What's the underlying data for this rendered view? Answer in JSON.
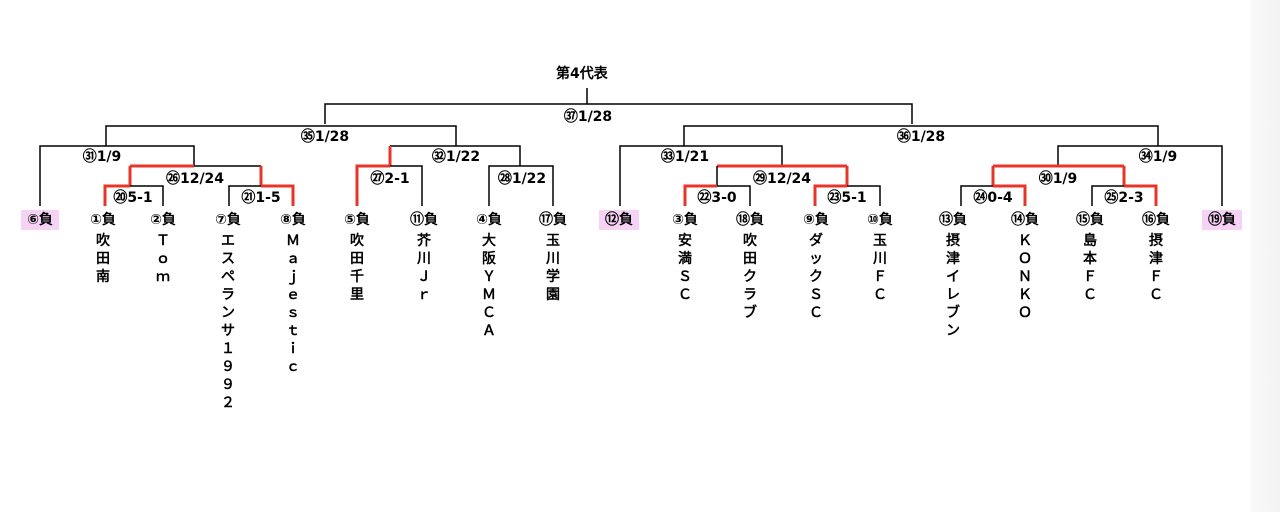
{
  "title": "第4代表",
  "matches": [
    {
      "id": "m37",
      "label": "㊲1/28"
    },
    {
      "id": "m35",
      "label": "㉟1/28"
    },
    {
      "id": "m36",
      "label": "㊱1/28"
    },
    {
      "id": "m31",
      "label": "㉛1/9"
    },
    {
      "id": "m26",
      "label": "㉖12/24"
    },
    {
      "id": "m20",
      "label": "⑳5-1"
    },
    {
      "id": "m21",
      "label": "㉑1-5"
    },
    {
      "id": "m32",
      "label": "㉜1/22"
    },
    {
      "id": "m27",
      "label": "㉗2-1"
    },
    {
      "id": "m28",
      "label": "㉘1/22"
    },
    {
      "id": "m33",
      "label": "㉝1/21"
    },
    {
      "id": "m29",
      "label": "㉙12/24"
    },
    {
      "id": "m22",
      "label": "㉒3-0"
    },
    {
      "id": "m23",
      "label": "㉓5-1"
    },
    {
      "id": "m34",
      "label": "㉞1/9"
    },
    {
      "id": "m30",
      "label": "㉚1/9"
    },
    {
      "id": "m24",
      "label": "㉔0-4"
    },
    {
      "id": "m25",
      "label": "㉕2-3"
    }
  ],
  "teams": [
    {
      "code": "⑥負",
      "name": "",
      "highlight": true
    },
    {
      "code": "①負",
      "name": "吹田南"
    },
    {
      "code": "②負",
      "name": "Ｔｏｍ"
    },
    {
      "code": "⑦負",
      "name": "エスペランサ１９９２"
    },
    {
      "code": "⑧負",
      "name": "Ｍａｊｅｓｔｉｃ"
    },
    {
      "code": "⑤負",
      "name": "吹田千里"
    },
    {
      "code": "⑪負",
      "name": "芥川Ｊｒ"
    },
    {
      "code": "④負",
      "name": "大阪ＹＭＣＡ"
    },
    {
      "code": "⑰負",
      "name": "玉川学園"
    },
    {
      "code": "⑫負",
      "name": "",
      "highlight": true
    },
    {
      "code": "③負",
      "name": "安満ＳＣ"
    },
    {
      "code": "⑱負",
      "name": "吹田クラブ"
    },
    {
      "code": "⑨負",
      "name": "ダックＳＣ"
    },
    {
      "code": "⑩負",
      "name": "玉川ＦＣ"
    },
    {
      "code": "⑬負",
      "name": "摂津イレブン"
    },
    {
      "code": "⑭負",
      "name": "ＫＯＮＫＯ"
    },
    {
      "code": "⑮負",
      "name": "島本ＦＣ"
    },
    {
      "code": "⑯負",
      "name": "摂津ＦＣ"
    },
    {
      "code": "⑲負",
      "name": "",
      "highlight": true
    }
  ],
  "colors": {
    "line": "#000000",
    "winner_line": "#e8352a",
    "highlight_bg": "#f6d3f4"
  }
}
